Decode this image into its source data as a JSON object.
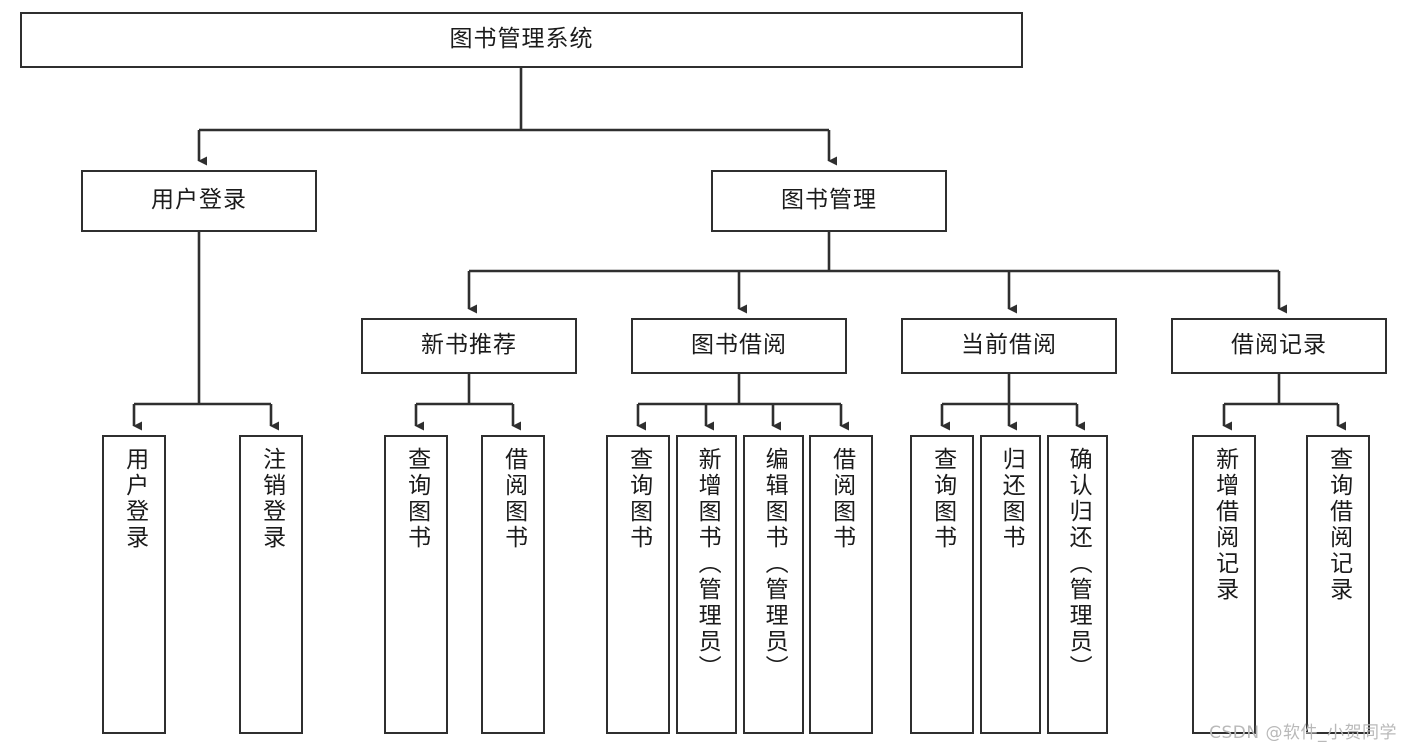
{
  "diagram": {
    "title": "图书管理系统",
    "watermark": "CSDN @软件_小贺同学",
    "style": {
      "border_color": "#2f2f2f",
      "fill_color": "#ffffff",
      "text_color": "#1b1b1b",
      "line_color": "#2f2f2f",
      "watermark_color": "#b9b9b9"
    },
    "levels": {
      "root": {
        "label": "图书管理系统"
      },
      "level2": [
        {
          "label": "用户登录"
        },
        {
          "label": "图书管理"
        }
      ],
      "level3": [
        {
          "label": "新书推荐"
        },
        {
          "label": "图书借阅"
        },
        {
          "label": "当前借阅"
        },
        {
          "label": "借阅记录"
        }
      ],
      "leaves": {
        "user_login": [
          {
            "label": "用户登录"
          },
          {
            "label": "注销登录"
          }
        ],
        "new_book_recommend": [
          {
            "label": "查询图书"
          },
          {
            "label": "借阅图书"
          }
        ],
        "book_borrow": [
          {
            "label": "查询图书"
          },
          {
            "label": "新增图书（管理员）"
          },
          {
            "label": "编辑图书（管理员）"
          },
          {
            "label": "借阅图书"
          }
        ],
        "current_borrow": [
          {
            "label": "查询图书"
          },
          {
            "label": "归还图书"
          },
          {
            "label": "确认归还（管理员）"
          }
        ],
        "borrow_record": [
          {
            "label": "新增借阅记录"
          },
          {
            "label": "查询借阅记录"
          }
        ]
      }
    }
  }
}
